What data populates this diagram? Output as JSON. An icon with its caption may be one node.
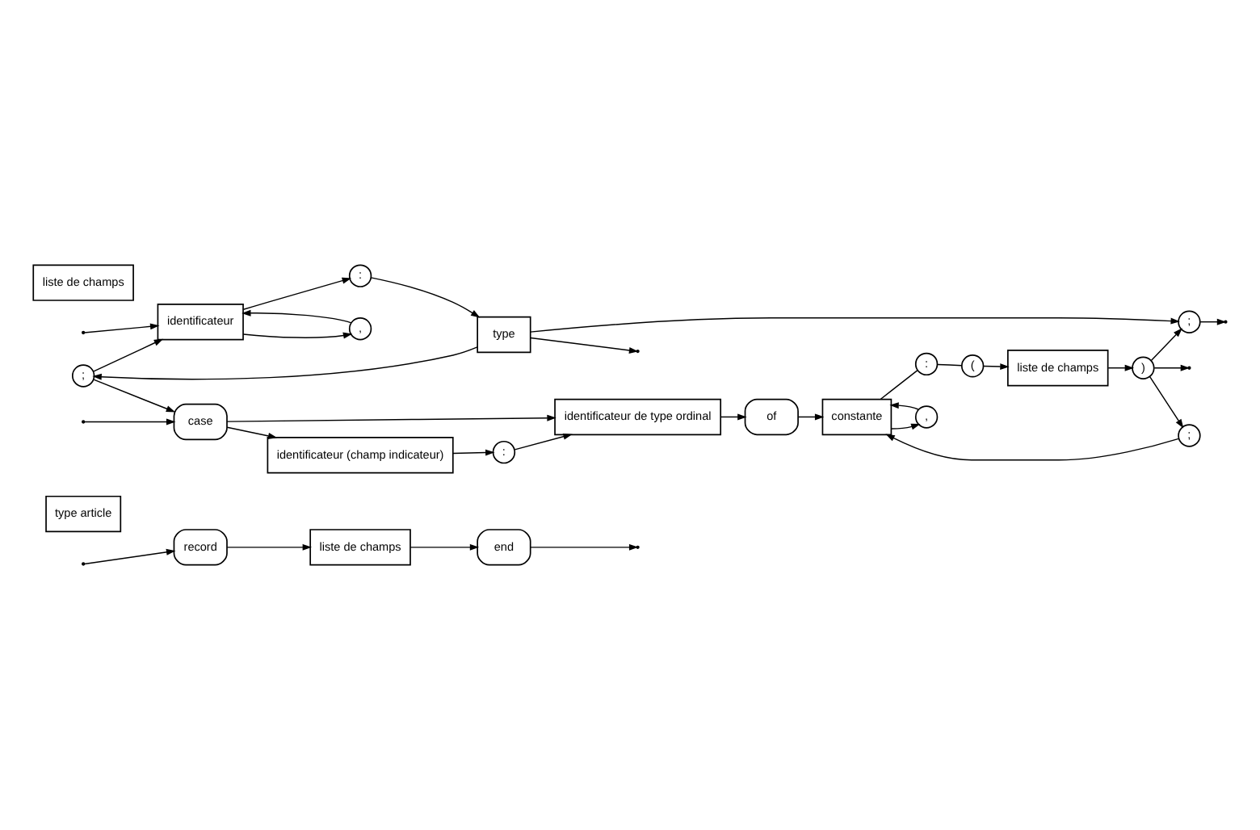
{
  "diagram": {
    "nodes": [
      {
        "text": [
          "type article"
        ]
      },
      {
        "text": [
          "record"
        ]
      },
      {
        "text": [
          "liste de champs"
        ]
      },
      {
        "text": [
          "end"
        ]
      },
      {
        "text": [
          "liste de champs"
        ]
      },
      {
        "text": [
          ";"
        ]
      },
      {
        "text": [
          "identificateur"
        ]
      },
      {
        "text": [
          ":"
        ]
      },
      {
        "text": [
          "type"
        ]
      },
      {
        "text": [
          ","
        ]
      },
      {
        "text": [
          "case"
        ]
      },
      {
        "text": [
          "identificateur (champ indicateur)"
        ]
      },
      {
        "text": [
          ":"
        ]
      },
      {
        "text": [
          "identificateur de type ordinal"
        ]
      },
      {
        "text": [
          "of"
        ]
      },
      {
        "text": [
          ";"
        ]
      },
      {
        "text": [
          "constante"
        ]
      },
      {
        "text": [
          ":"
        ]
      },
      {
        "text": [
          "("
        ]
      },
      {
        "text": [
          "liste de champs"
        ]
      },
      {
        "text": [
          ")"
        ]
      },
      {
        "text": [
          ","
        ]
      },
      {
        "text": [
          ";"
        ]
      }
    ],
    "edges": [
      {
        "from": null,
        "to": 1,
        "arrow": "to"
      },
      {
        "from": 1,
        "to": 2,
        "arrow": "to"
      },
      {
        "from": 2,
        "to": 3,
        "arrow": "to"
      },
      {
        "from": 3,
        "to": null,
        "arrow": "to"
      },
      {
        "from": null,
        "to": 6,
        "arrow": "to"
      },
      {
        "from": null,
        "to": 10,
        "arrow": "to"
      },
      {
        "from": 5,
        "to": 6,
        "arrow": "to"
      },
      {
        "from": 5,
        "to": 10,
        "arrow": "to"
      },
      {
        "from": 6,
        "to": 7,
        "arrow": "to"
      },
      {
        "from": 6,
        "to": 9,
        "arrow": "to"
      },
      {
        "from": 9,
        "to": 6,
        "arrow": "to"
      },
      {
        "from": 7,
        "to": 8,
        "arrow": "to"
      },
      {
        "from": 8,
        "to": 5,
        "arrow": "to"
      },
      {
        "from": 8,
        "to": null,
        "arrow": "to"
      },
      {
        "from": 8,
        "to": 22,
        "arrow": "to"
      },
      {
        "from": 10,
        "to": 11,
        "arrow": "to"
      },
      {
        "from": 10,
        "to": 13,
        "arrow": "to"
      },
      {
        "from": 11,
        "to": 12,
        "arrow": "to"
      },
      {
        "from": 12,
        "to": 13,
        "arrow": "to"
      },
      {
        "from": 13,
        "to": 14,
        "arrow": "to"
      },
      {
        "from": 14,
        "to": 16,
        "arrow": "to"
      },
      {
        "from": 15,
        "to": 16,
        "arrow": "to"
      },
      {
        "from": 16,
        "to": 21,
        "arrow": "to"
      },
      {
        "from": 21,
        "to": 16,
        "arrow": "to"
      },
      {
        "from": 16,
        "to": 17,
        "arrow": "none"
      },
      {
        "from": 17,
        "to": 18,
        "arrow": "none"
      },
      {
        "from": 18,
        "to": 19,
        "arrow": "to"
      },
      {
        "from": 19,
        "to": 20,
        "arrow": "to"
      },
      {
        "from": 20,
        "to": 15,
        "arrow": "to"
      },
      {
        "from": 20,
        "to": null,
        "arrow": "to"
      },
      {
        "from": 20,
        "to": 22,
        "arrow": "to"
      },
      {
        "from": 22,
        "to": null,
        "arrow": "to"
      }
    ]
  }
}
